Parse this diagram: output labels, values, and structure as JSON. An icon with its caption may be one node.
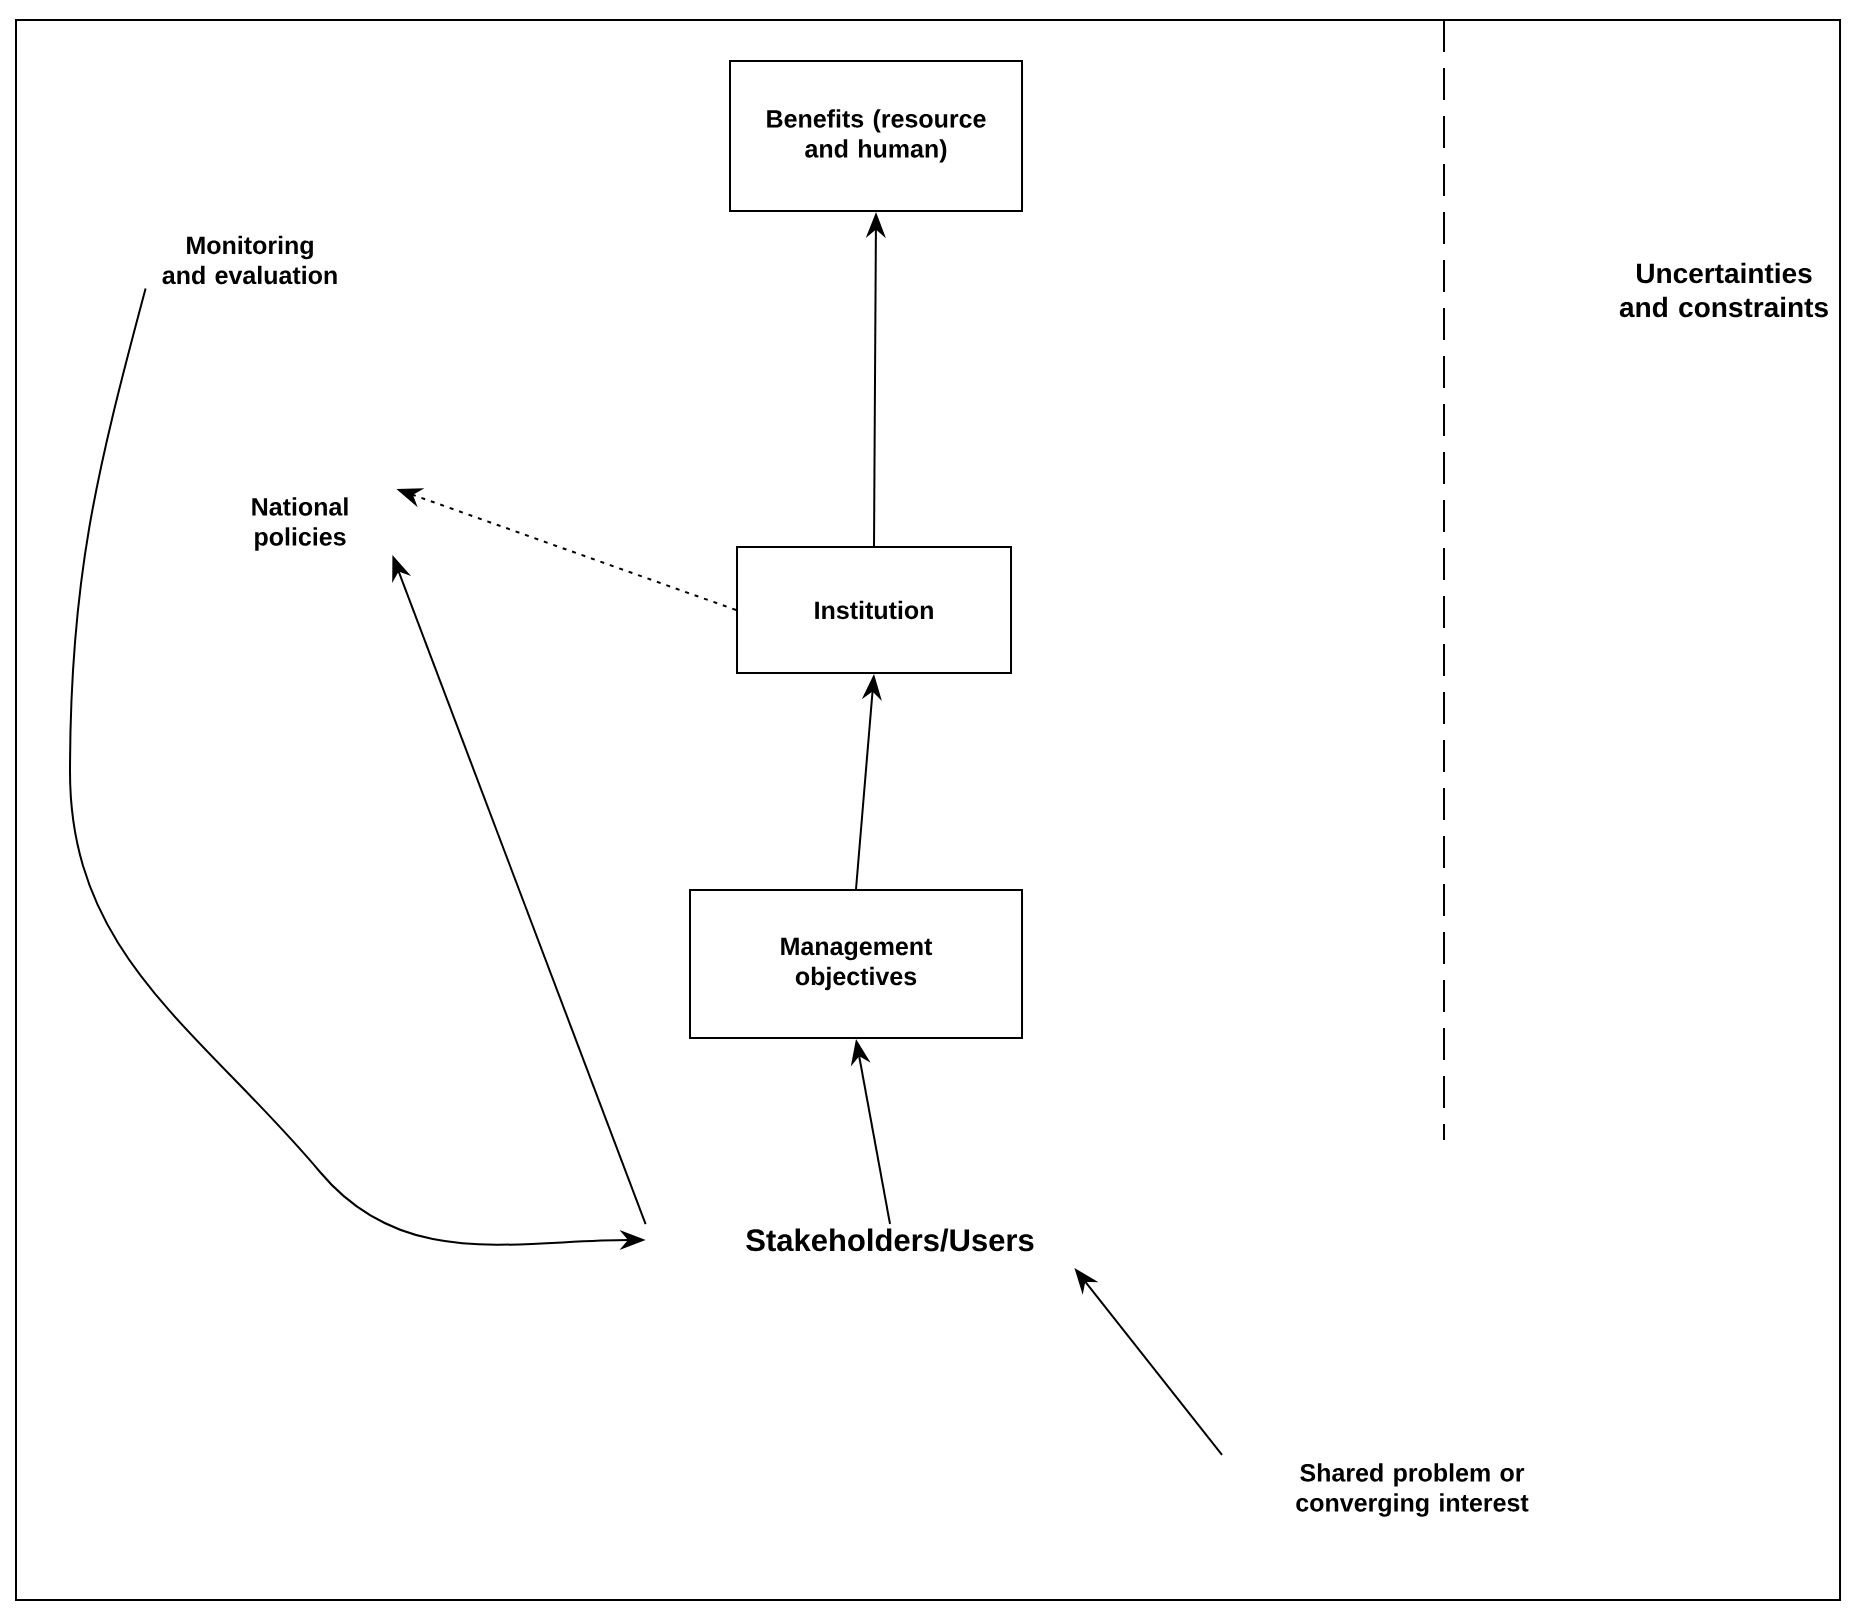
{
  "diagram": {
    "nodes": [
      {
        "text": [
          "Benefits (resource and human)"
        ]
      },
      {
        "text": [
          "Institution"
        ]
      },
      {
        "text": [
          "Management objectives"
        ]
      },
      {
        "text": [
          "Stakeholders/Users"
        ]
      },
      {
        "text": [
          "National policies"
        ]
      },
      {
        "text": [
          "Monitoring and evaluation"
        ]
      },
      {
        "text": [
          "Shared problem or converging interest"
        ]
      }
    ],
    "edges": [
      {
        "from": 1,
        "to": 0,
        "arrow": "to"
      },
      {
        "from": 2,
        "to": 1,
        "arrow": "to"
      },
      {
        "from": 3,
        "to": 2,
        "arrow": "to"
      },
      {
        "from": 1,
        "to": 4,
        "arrow": "to",
        "style": "dashed"
      },
      {
        "from": 3,
        "to": 4,
        "arrow": "to"
      },
      {
        "from": 5,
        "to": 3,
        "arrow": "to"
      },
      {
        "from": 6,
        "to": 3,
        "arrow": "to"
      }
    ],
    "labels": [
      "Uncertainties and constraints"
    ]
  }
}
